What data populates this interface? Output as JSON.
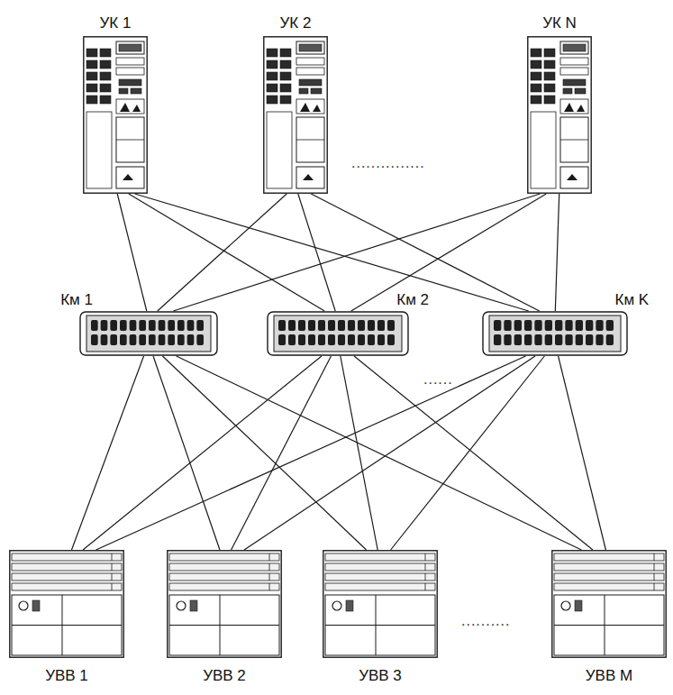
{
  "diagram": {
    "nodes": [
      {
        "text": [
          "УК 1"
        ]
      },
      {
        "text": [
          "УК 2"
        ]
      },
      {
        "text": [
          "УК N"
        ]
      },
      {
        "text": [
          "Км 1"
        ]
      },
      {
        "text": [
          "Км 2"
        ]
      },
      {
        "text": [
          "Км K"
        ]
      },
      {
        "text": [
          "УВВ 1"
        ]
      },
      {
        "text": [
          "УВВ 2"
        ]
      },
      {
        "text": [
          "УВВ 3"
        ]
      },
      {
        "text": [
          "УВВ M"
        ]
      }
    ],
    "edges": [
      {
        "from": 0,
        "to": 3,
        "arrow": "none"
      },
      {
        "from": 0,
        "to": 4,
        "arrow": "none"
      },
      {
        "from": 0,
        "to": 5,
        "arrow": "none"
      },
      {
        "from": 1,
        "to": 3,
        "arrow": "none"
      },
      {
        "from": 1,
        "to": 4,
        "arrow": "none"
      },
      {
        "from": 1,
        "to": 5,
        "arrow": "none"
      },
      {
        "from": 2,
        "to": 3,
        "arrow": "none"
      },
      {
        "from": 2,
        "to": 4,
        "arrow": "none"
      },
      {
        "from": 2,
        "to": 5,
        "arrow": "none"
      },
      {
        "from": 3,
        "to": 6,
        "arrow": "none"
      },
      {
        "from": 3,
        "to": 7,
        "arrow": "none"
      },
      {
        "from": 3,
        "to": 8,
        "arrow": "none"
      },
      {
        "from": 3,
        "to": 9,
        "arrow": "none"
      },
      {
        "from": 4,
        "to": 6,
        "arrow": "none"
      },
      {
        "from": 4,
        "to": 7,
        "arrow": "none"
      },
      {
        "from": 4,
        "to": 8,
        "arrow": "none"
      },
      {
        "from": 4,
        "to": 9,
        "arrow": "none"
      },
      {
        "from": 5,
        "to": 6,
        "arrow": "none"
      },
      {
        "from": 5,
        "to": 7,
        "arrow": "none"
      },
      {
        "from": 5,
        "to": 8,
        "arrow": "none"
      },
      {
        "from": 5,
        "to": 9,
        "arrow": "none"
      }
    ],
    "labels": [
      "...............",
      "......",
      ".........."
    ]
  }
}
